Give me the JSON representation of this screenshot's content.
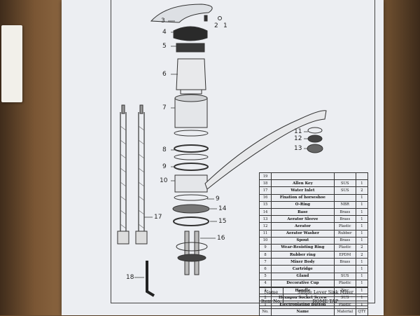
{
  "callouts": [
    {
      "n": "1"
    },
    {
      "n": "2"
    },
    {
      "n": "3"
    },
    {
      "n": "4"
    },
    {
      "n": "5"
    },
    {
      "n": "6"
    },
    {
      "n": "7"
    },
    {
      "n": "8"
    },
    {
      "n": "9"
    },
    {
      "n": "10"
    },
    {
      "n": "9"
    },
    {
      "n": "11"
    },
    {
      "n": "12"
    },
    {
      "n": "13"
    },
    {
      "n": "14"
    },
    {
      "n": "15"
    },
    {
      "n": "16"
    },
    {
      "n": "17"
    },
    {
      "n": "18"
    }
  ],
  "parts_table": {
    "rows": [
      {
        "no": "19",
        "name": "",
        "material": "",
        "qty": ""
      },
      {
        "no": "18",
        "name": "Allen Key",
        "material": "SUS",
        "qty": "1"
      },
      {
        "no": "17",
        "name": "Water Inlet",
        "material": "SUS",
        "qty": "2"
      },
      {
        "no": "16",
        "name": "Fixation of horseshoe",
        "material": "",
        "qty": "1"
      },
      {
        "no": "15",
        "name": "O-Ring",
        "material": "NBR",
        "qty": "1"
      },
      {
        "no": "14",
        "name": "Base",
        "material": "Brass",
        "qty": "1"
      },
      {
        "no": "13",
        "name": "Aerator Sleeve",
        "material": "Brass",
        "qty": "1"
      },
      {
        "no": "12",
        "name": "Aerator",
        "material": "Plastic",
        "qty": "1"
      },
      {
        "no": "11",
        "name": "Aerator Washer",
        "material": "Rubber",
        "qty": "1"
      },
      {
        "no": "10",
        "name": "Spout",
        "material": "Brass",
        "qty": "1"
      },
      {
        "no": "9",
        "name": "Wear-Resisting Ring",
        "material": "Plastic",
        "qty": "2"
      },
      {
        "no": "8",
        "name": "Rubber ring",
        "material": "EPDM",
        "qty": "2"
      },
      {
        "no": "7",
        "name": "Mixer Body",
        "material": "Brass",
        "qty": "1"
      },
      {
        "no": "6",
        "name": "Cartridge",
        "material": "",
        "qty": "1"
      },
      {
        "no": "5",
        "name": "Gland",
        "material": "SUS",
        "qty": "1"
      },
      {
        "no": "4",
        "name": "Decorative Cup",
        "material": "Plastic",
        "qty": "1"
      },
      {
        "no": "3",
        "name": "Handle",
        "material": "Zinc",
        "qty": "1"
      },
      {
        "no": "2",
        "name": "Hexagon Socket Screw",
        "material": "SUS",
        "qty": "1"
      },
      {
        "no": "1",
        "name": "Electroplating Button",
        "material": "Plastic",
        "qty": "1"
      }
    ],
    "header": {
      "no": "No.",
      "name": "Name",
      "material": "Material",
      "qty": "QTY"
    }
  },
  "footer": {
    "name_label": "Name",
    "name_value": "Single Lever Sink Mixer",
    "item_label": "Item No.",
    "item_value": "ROME TAP"
  }
}
